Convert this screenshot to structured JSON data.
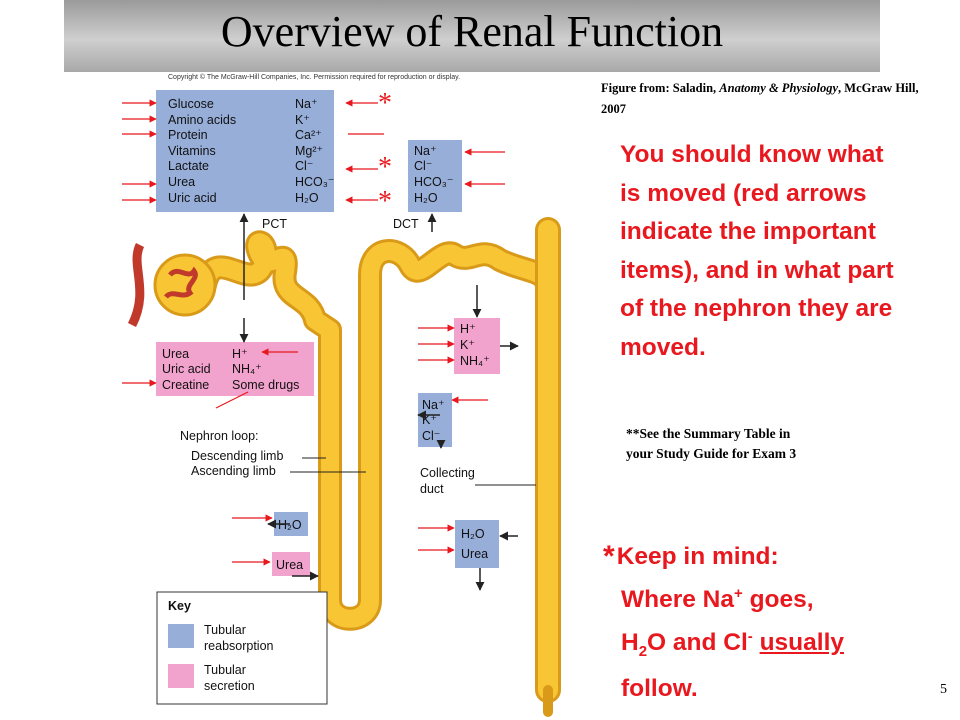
{
  "title": "Overview of Renal Function",
  "copyright": "Copyright © The McGraw-Hill Companies, Inc. Permission required for reproduction or display.",
  "figure_source": {
    "prefix": "Figure from: Saladin, ",
    "book": "Anatomy & Physiology",
    "suffix": ", McGraw Hill, 2007"
  },
  "note_know": "You should know what is moved (red arrows indicate the important items), and in what part of the nephron they are moved.",
  "note_summary": "**See the Summary Table in your Study Guide for Exam 3",
  "keep_in_mind": {
    "asterisk": "*",
    "line1": "Keep in mind:",
    "line2_a": "Where Na",
    "line2_sup": "+",
    "line2_b": " goes,",
    "line3_a": "H",
    "line3_sub": "2",
    "line3_b": "O and Cl",
    "line3_sup": "-",
    "line3_c": " ",
    "line3_u": "usually",
    "line4": "follow."
  },
  "page_number": "5",
  "stars": {
    "s1": "*",
    "s2": "*",
    "s3": "*"
  },
  "diagram": {
    "pct_box": {
      "left": [
        "Glucose",
        "Amino acids",
        "Protein",
        "Vitamins",
        "Lactate",
        "Urea",
        "Uric acid"
      ],
      "right": [
        "Na⁺",
        "K⁺",
        "Ca²⁺",
        "Mg²⁺",
        "Cl⁻",
        "HCO₃⁻",
        "H₂O"
      ]
    },
    "dct_box": [
      "Na⁺",
      "Cl⁻",
      "HCO₃⁻",
      "H₂O"
    ],
    "pct_secretion": {
      "left": [
        "Urea",
        "Uric acid",
        "Creatine"
      ],
      "right": [
        "H⁺",
        "NH₄⁺",
        "Some drugs"
      ]
    },
    "dct_secretion": [
      "H⁺",
      "K⁺",
      "NH₄⁺"
    ],
    "cd_reabsorb": [
      "Na⁺",
      "K⁺",
      "Cl⁻"
    ],
    "loop_h2o": "H₂O",
    "loop_urea": "Urea",
    "cd_box": [
      "H₂O",
      "Urea"
    ],
    "labels": {
      "pct": "PCT",
      "dct": "DCT",
      "nephron_loop": "Nephron loop:",
      "descending": "Descending limb",
      "ascending": "Ascending limb",
      "collecting1": "Collecting",
      "collecting2": "duct"
    },
    "key": {
      "title": "Key",
      "item1a": "Tubular",
      "item1b": "reabsorption",
      "item2a": "Tubular",
      "item2b": "secretion"
    },
    "colors": {
      "reabsorption": "#97aed9",
      "secretion": "#f2a3cd",
      "tubule": "#f8c634",
      "arrow": "#e8181e"
    }
  }
}
